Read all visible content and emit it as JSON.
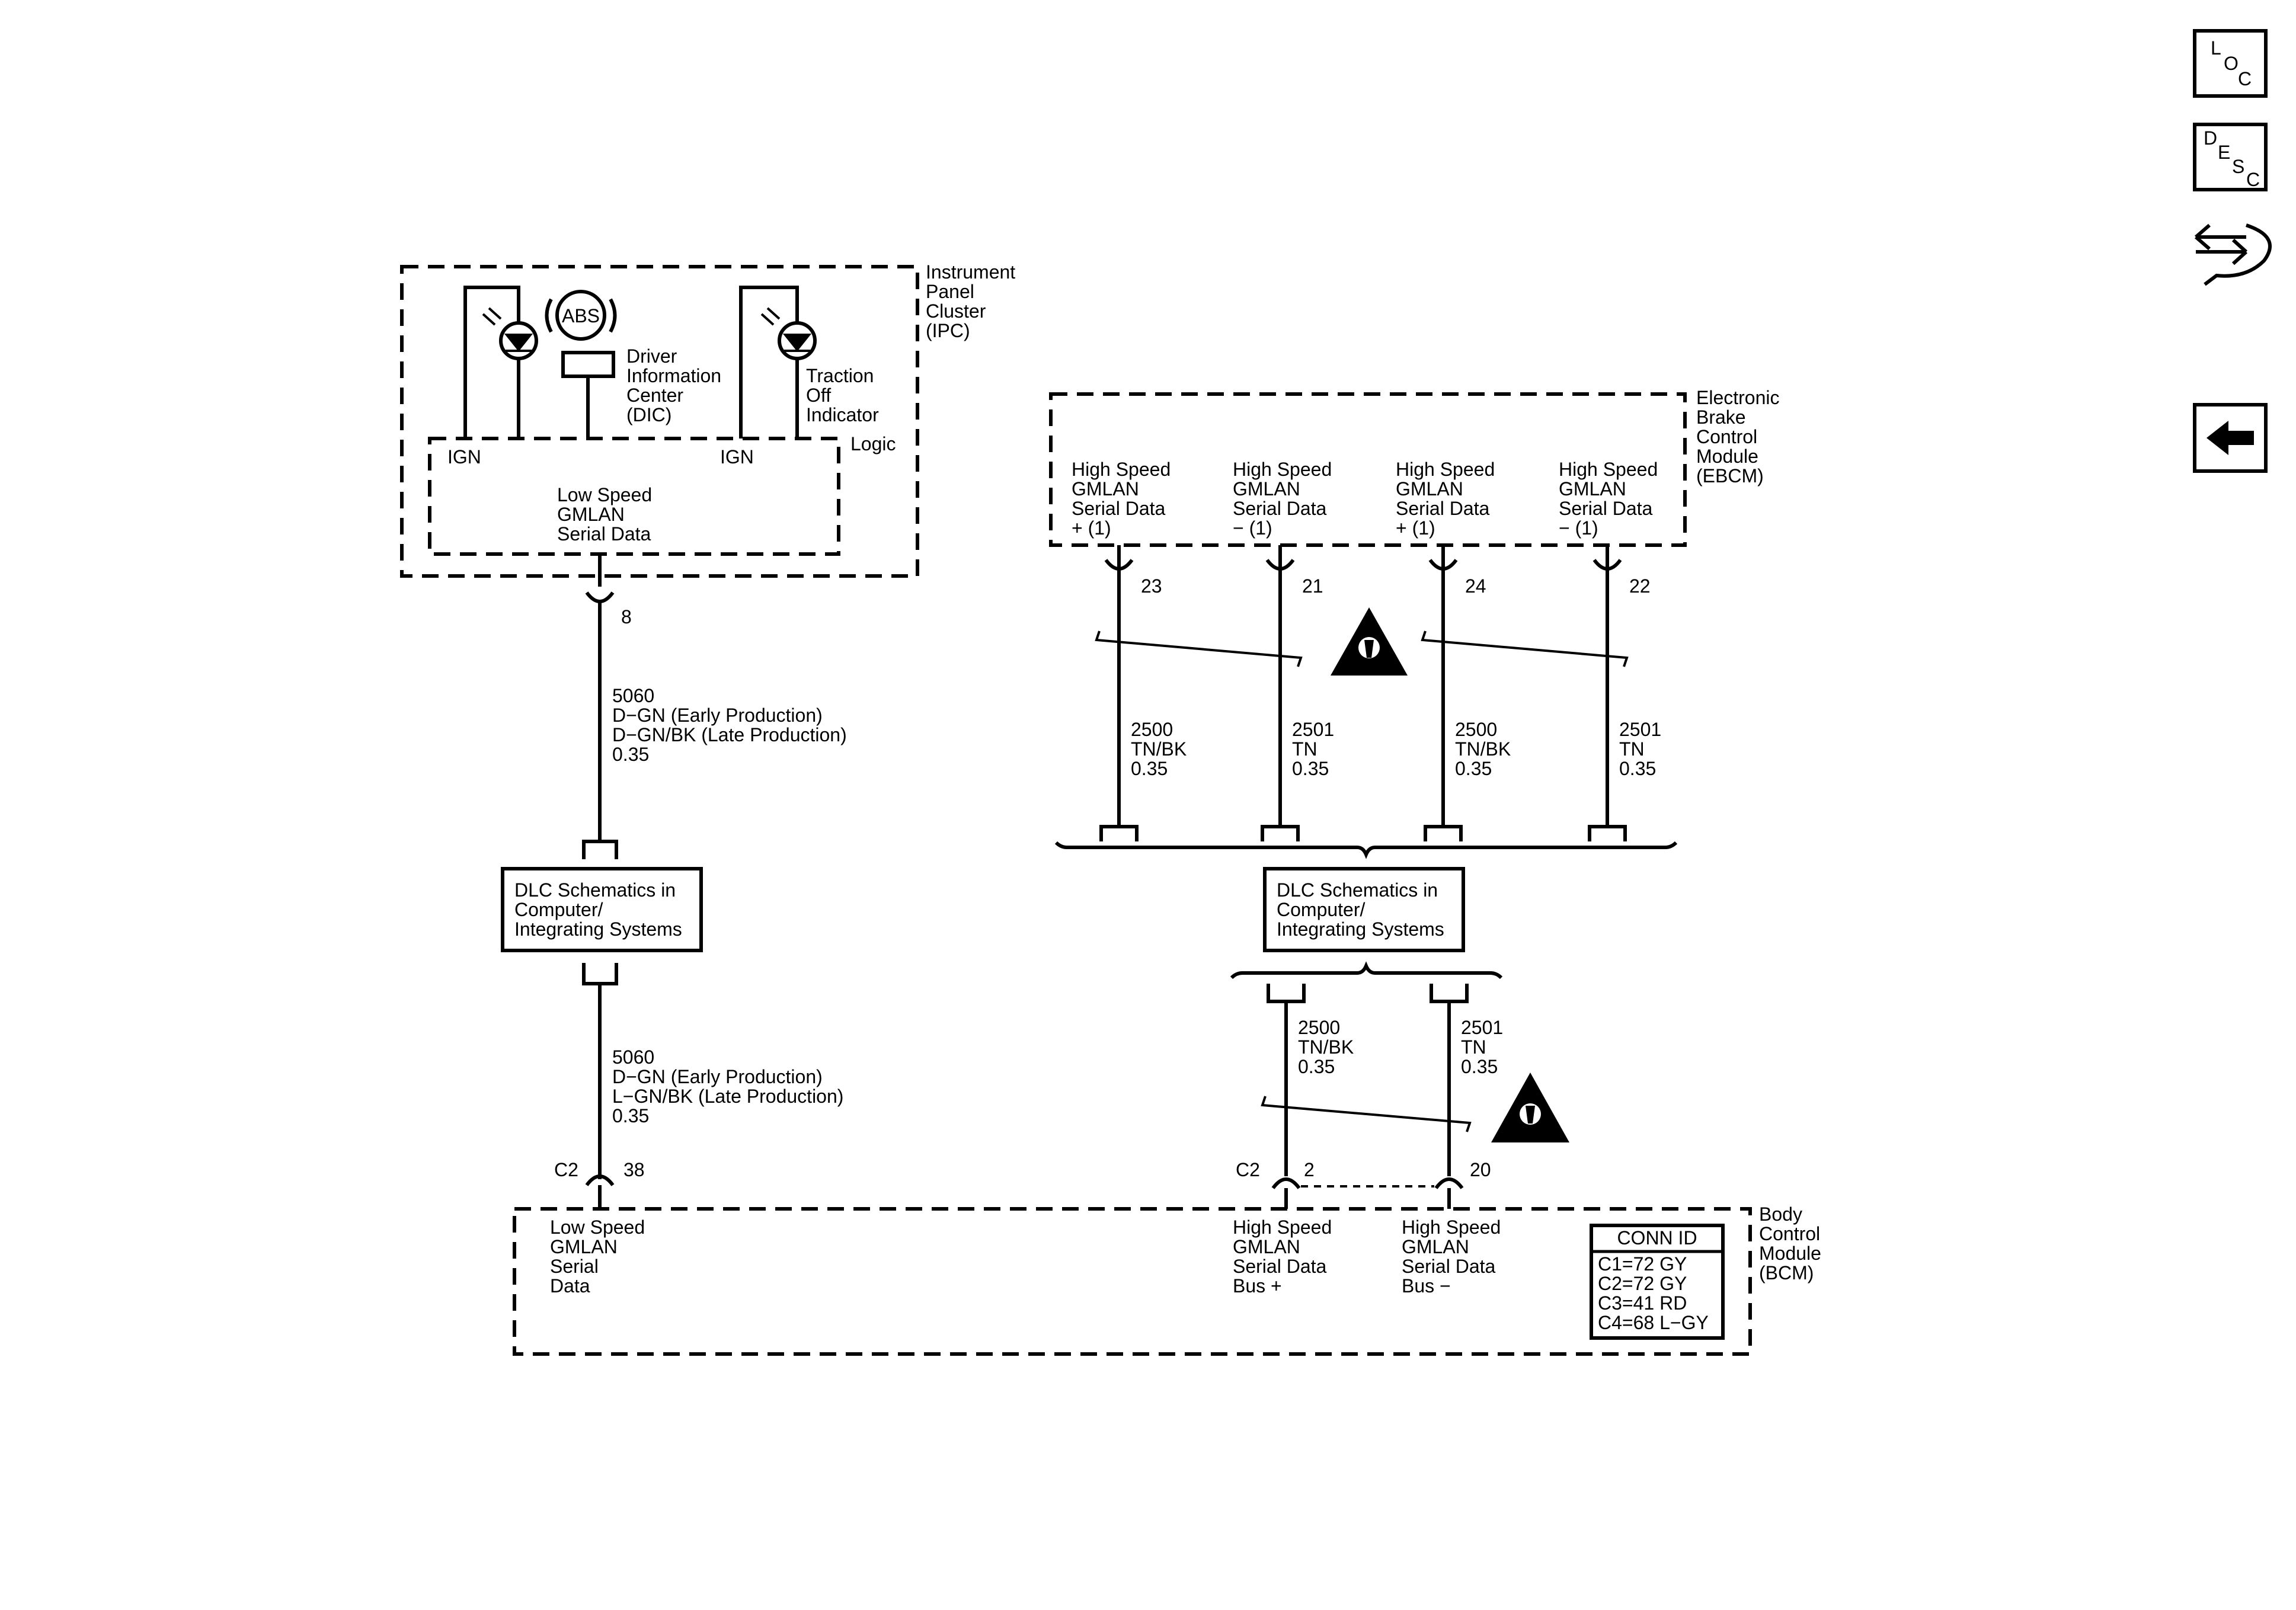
{
  "nav": {
    "loc": [
      "L",
      "O",
      "C"
    ],
    "desc": [
      "D",
      "E",
      "S",
      "C"
    ],
    "icons": [
      "loc-icon",
      "desc-icon",
      "connector-icon",
      "back-arrow-icon"
    ]
  },
  "ipc": {
    "name": [
      "Instrument",
      "Panel",
      "Cluster",
      "(IPC)"
    ],
    "abs": "ABS",
    "dic": [
      "Driver",
      "Information",
      "Center",
      "(DIC)"
    ],
    "traction": [
      "Traction",
      "Off",
      "Indicator"
    ],
    "logic": "Logic",
    "ign1": "IGN",
    "ign2": "IGN",
    "serial": [
      "Low Speed",
      "GMLAN",
      "Serial Data"
    ],
    "pin": "8"
  },
  "wire_upper_left": [
    "5060",
    "D−GN (Early Production)",
    "D−GN/BK (Late Production)",
    "0.35"
  ],
  "dlc_left": [
    "DLC Schematics in",
    "Computer/",
    "Integrating Systems"
  ],
  "wire_lower_left": [
    "5060",
    "D−GN (Early Production)",
    "L−GN/BK (Late Production)",
    "0.35"
  ],
  "ebcm": {
    "name": [
      "Electronic",
      "Brake",
      "Control",
      "Module",
      "(EBCM)"
    ],
    "terminals": [
      {
        "lines": [
          "High Speed",
          "GMLAN",
          "Serial Data",
          "+ (1)"
        ],
        "pin": "23",
        "wire": [
          "2500",
          "TN/BK",
          "0.35"
        ]
      },
      {
        "lines": [
          "High Speed",
          "GMLAN",
          "Serial Data",
          "− (1)"
        ],
        "pin": "21",
        "wire": [
          "2501",
          "TN",
          "0.35"
        ]
      },
      {
        "lines": [
          "High Speed",
          "GMLAN",
          "Serial Data",
          "+ (1)"
        ],
        "pin": "24",
        "wire": [
          "2500",
          "TN/BK",
          "0.35"
        ]
      },
      {
        "lines": [
          "High Speed",
          "GMLAN",
          "Serial Data",
          "− (1)"
        ],
        "pin": "22",
        "wire": [
          "2501",
          "TN",
          "0.35"
        ]
      }
    ]
  },
  "dlc_right": [
    "DLC Schematics in",
    "Computer/",
    "Integrating Systems"
  ],
  "wire_lower_right": [
    {
      "lines": [
        "2500",
        "TN/BK",
        "0.35"
      ]
    },
    {
      "lines": [
        "2501",
        "TN",
        "0.35"
      ]
    }
  ],
  "bcm": {
    "name": [
      "Body",
      "Control",
      "Module",
      "(BCM)"
    ],
    "c2_left": "C2",
    "pin38": "38",
    "c2_right": "C2",
    "pin2": "2",
    "pin20": "20",
    "low_speed": [
      "Low Speed",
      "GMLAN",
      "Serial",
      "Data"
    ],
    "hs_plus": [
      "High Speed",
      "GMLAN",
      "Serial Data",
      "Bus +"
    ],
    "hs_minus": [
      "High Speed",
      "GMLAN",
      "Serial Data",
      "Bus −"
    ],
    "conn_title": "CONN ID",
    "conn_rows": [
      "C1=72 GY",
      "C2=72 GY",
      "C3=41 RD",
      "C4=68 L−GY"
    ]
  }
}
